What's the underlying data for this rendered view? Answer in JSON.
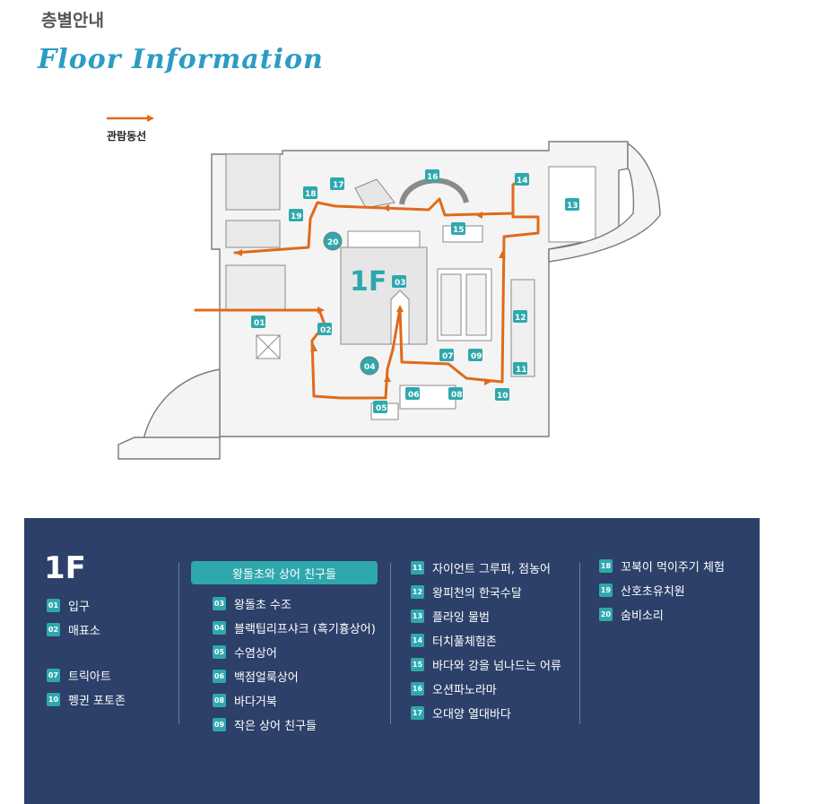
{
  "header": {
    "title_ko": "층별안내",
    "title_en": "Floor Information"
  },
  "legend": {
    "route_label": "관람동선",
    "route_color": "#e06a1b"
  },
  "map": {
    "floor_label": "1F",
    "markers": [
      "01",
      "02",
      "03",
      "04",
      "05",
      "06",
      "07",
      "08",
      "09",
      "10",
      "11",
      "12",
      "13",
      "14",
      "15",
      "16",
      "17",
      "18",
      "19",
      "20"
    ],
    "colors": {
      "marker": "#2fa8ad",
      "route": "#e06a1b",
      "walls": "#6e6e6e",
      "floor_fill": "#f3f3f3"
    }
  },
  "panel": {
    "floor": "1F",
    "background": "#2c4069",
    "column_1": [
      {
        "num": "01",
        "label": "입구"
      },
      {
        "num": "02",
        "label": "매표소"
      },
      {
        "num": "07",
        "label": "트릭아트"
      },
      {
        "num": "10",
        "label": "펭귄 포토존"
      }
    ],
    "section_title": "왕돌초와 상어 친구들",
    "column_2": [
      {
        "num": "03",
        "label": "왕돌초 수조"
      },
      {
        "num": "04",
        "label": "블랙팁리프샤크 (흑기흉상어)"
      },
      {
        "num": "05",
        "label": "수염상어"
      },
      {
        "num": "06",
        "label": "백점얼룩상어"
      },
      {
        "num": "08",
        "label": "바다거북"
      },
      {
        "num": "09",
        "label": "작은 상어 친구들"
      }
    ],
    "column_3": [
      {
        "num": "11",
        "label": "자이언트 그루퍼, 점농어"
      },
      {
        "num": "12",
        "label": "왕피천의 한국수달"
      },
      {
        "num": "13",
        "label": "플라잉 물범"
      },
      {
        "num": "14",
        "label": "터치풀체험존"
      },
      {
        "num": "15",
        "label": "바다와 강을 넘나드는 어류"
      },
      {
        "num": "16",
        "label": "오션파노라마"
      },
      {
        "num": "17",
        "label": "오대양 열대바다"
      }
    ],
    "column_4": [
      {
        "num": "18",
        "label": "꼬북이 먹이주기 체험"
      },
      {
        "num": "19",
        "label": "산호초유치원"
      },
      {
        "num": "20",
        "label": "숨비소리"
      }
    ]
  }
}
